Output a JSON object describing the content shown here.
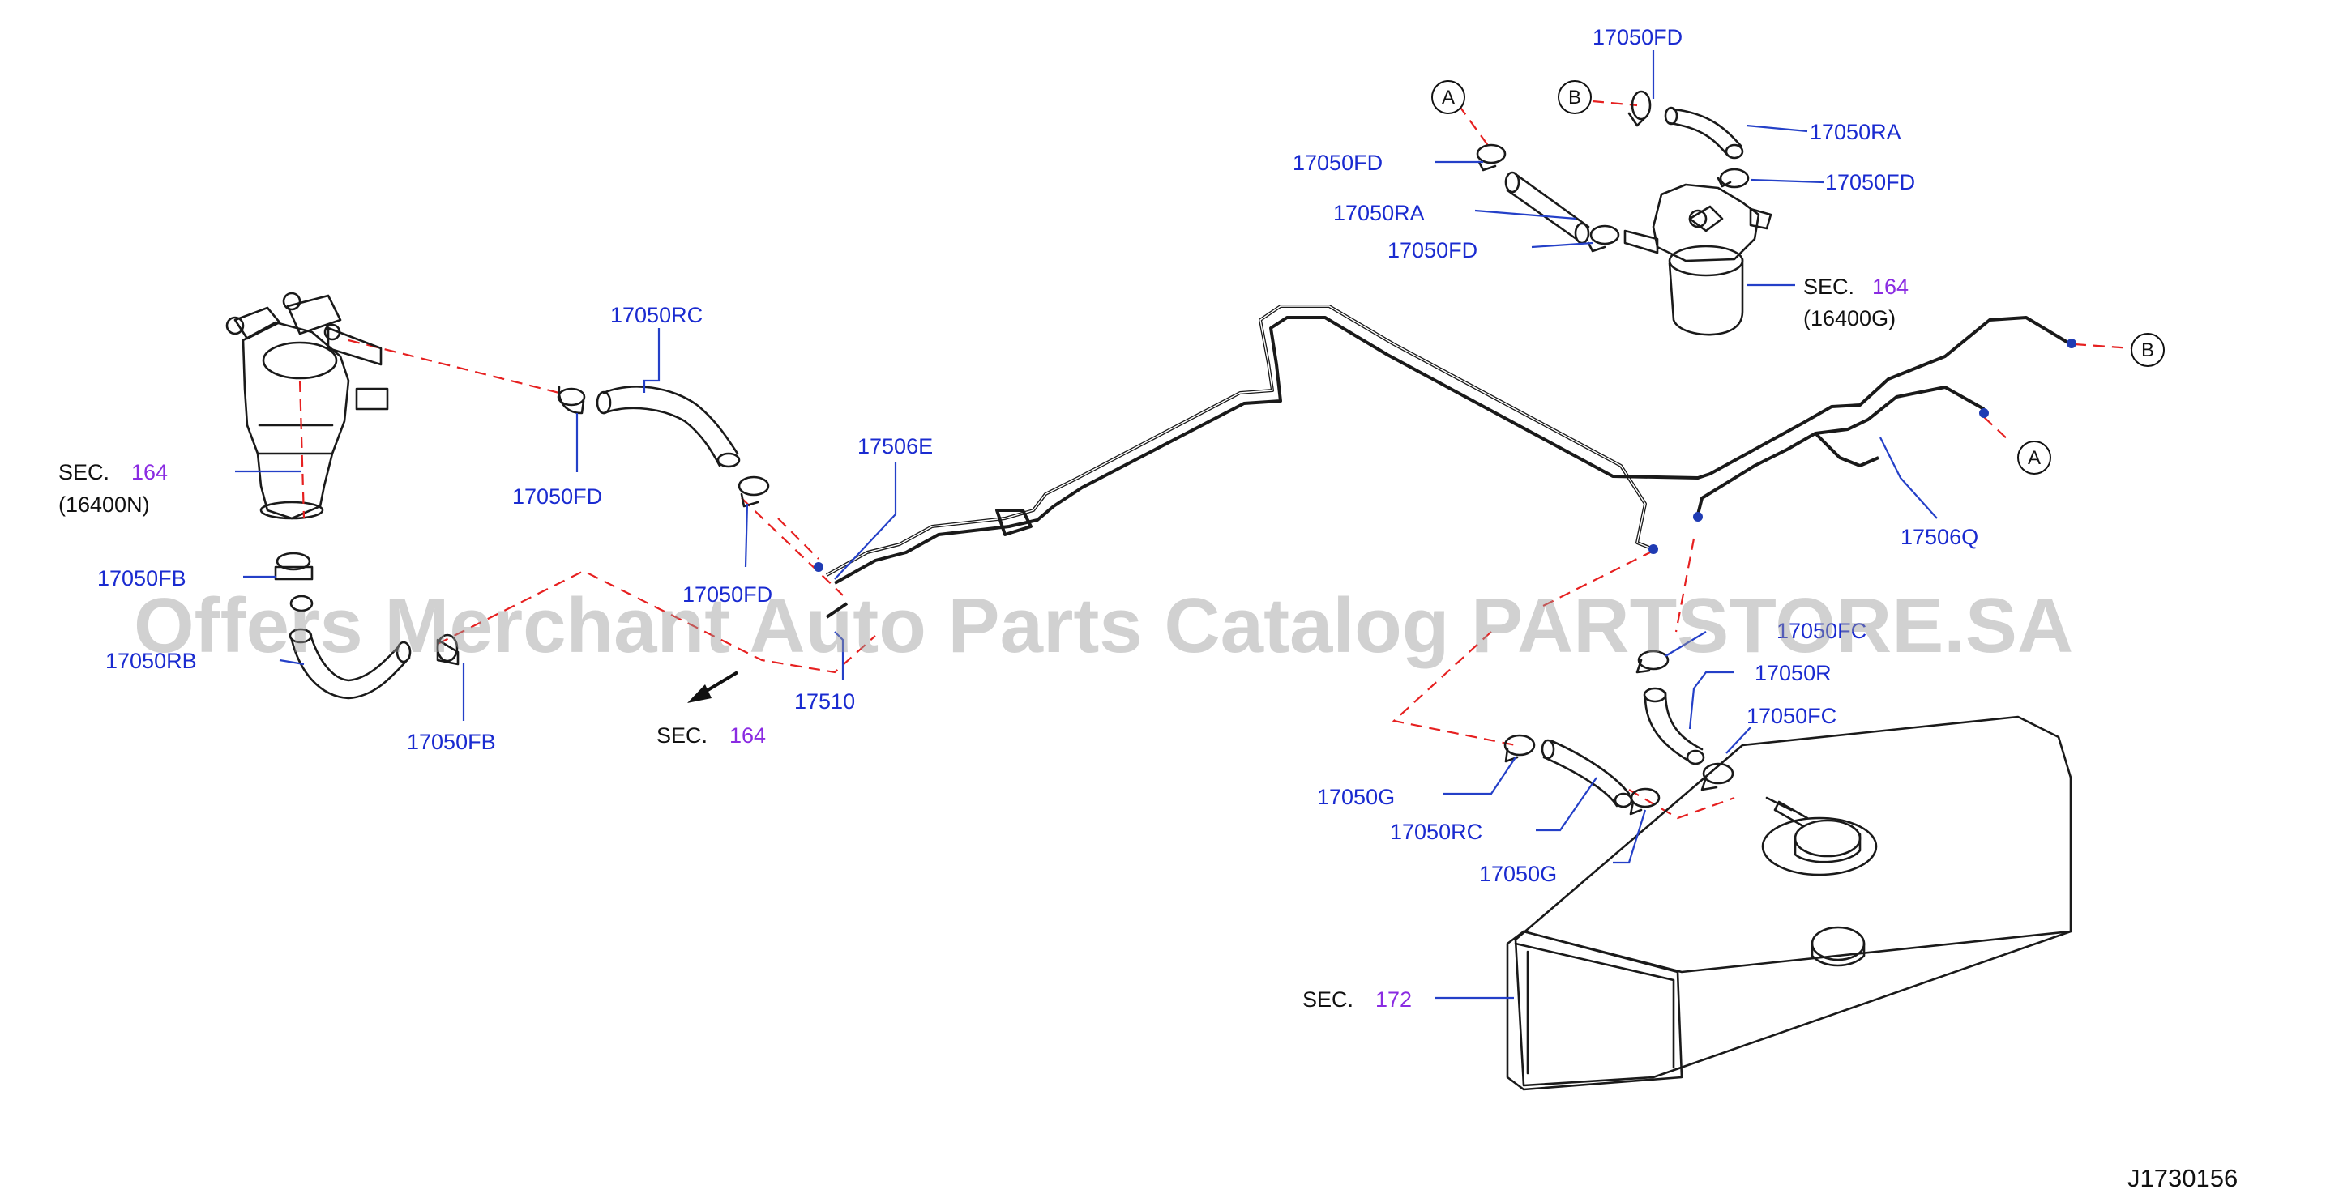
{
  "diagram": {
    "part_labels": {
      "fd_top": "17050FD",
      "ra_top_right": "17050RA",
      "fd_mid_left": "17050FD",
      "fd_right": "17050FD",
      "ra_mid_left": "17050RA",
      "fd_lower_left": "17050FD",
      "rc_left": "17050RC",
      "fd_left_clip": "17050FD",
      "fd_center_clip": "17050FD",
      "fb_upper": "17050FB",
      "rb": "17050RB",
      "fb_lower": "17050FB",
      "tube_e": "17506E",
      "tube_510": "17510",
      "tube_q": "17506Q",
      "fc_upper": "17050FC",
      "r_hose": "17050R",
      "fc_lower": "17050FC",
      "g_upper": "17050G",
      "rc_lower": "17050RC",
      "g_lower": "17050G"
    },
    "sections": {
      "sec_word": "SEC.",
      "filter_right_num": "164",
      "filter_right_part": "(16400G)",
      "filter_left_num": "164",
      "filter_left_part": "(16400N)",
      "arrow_num": "164",
      "tank_num": "172"
    },
    "connectors": {
      "a": "A",
      "b": "B"
    },
    "drawing_code": "J1730156",
    "watermark": "Offers Merchant Auto Parts Catalog PARTSTORE.SA"
  },
  "colors": {
    "label_blue": "#1a2bd0",
    "section_purple": "#8a2be2",
    "dashed_red": "#e62020",
    "line_black": "#1a1a1a"
  }
}
